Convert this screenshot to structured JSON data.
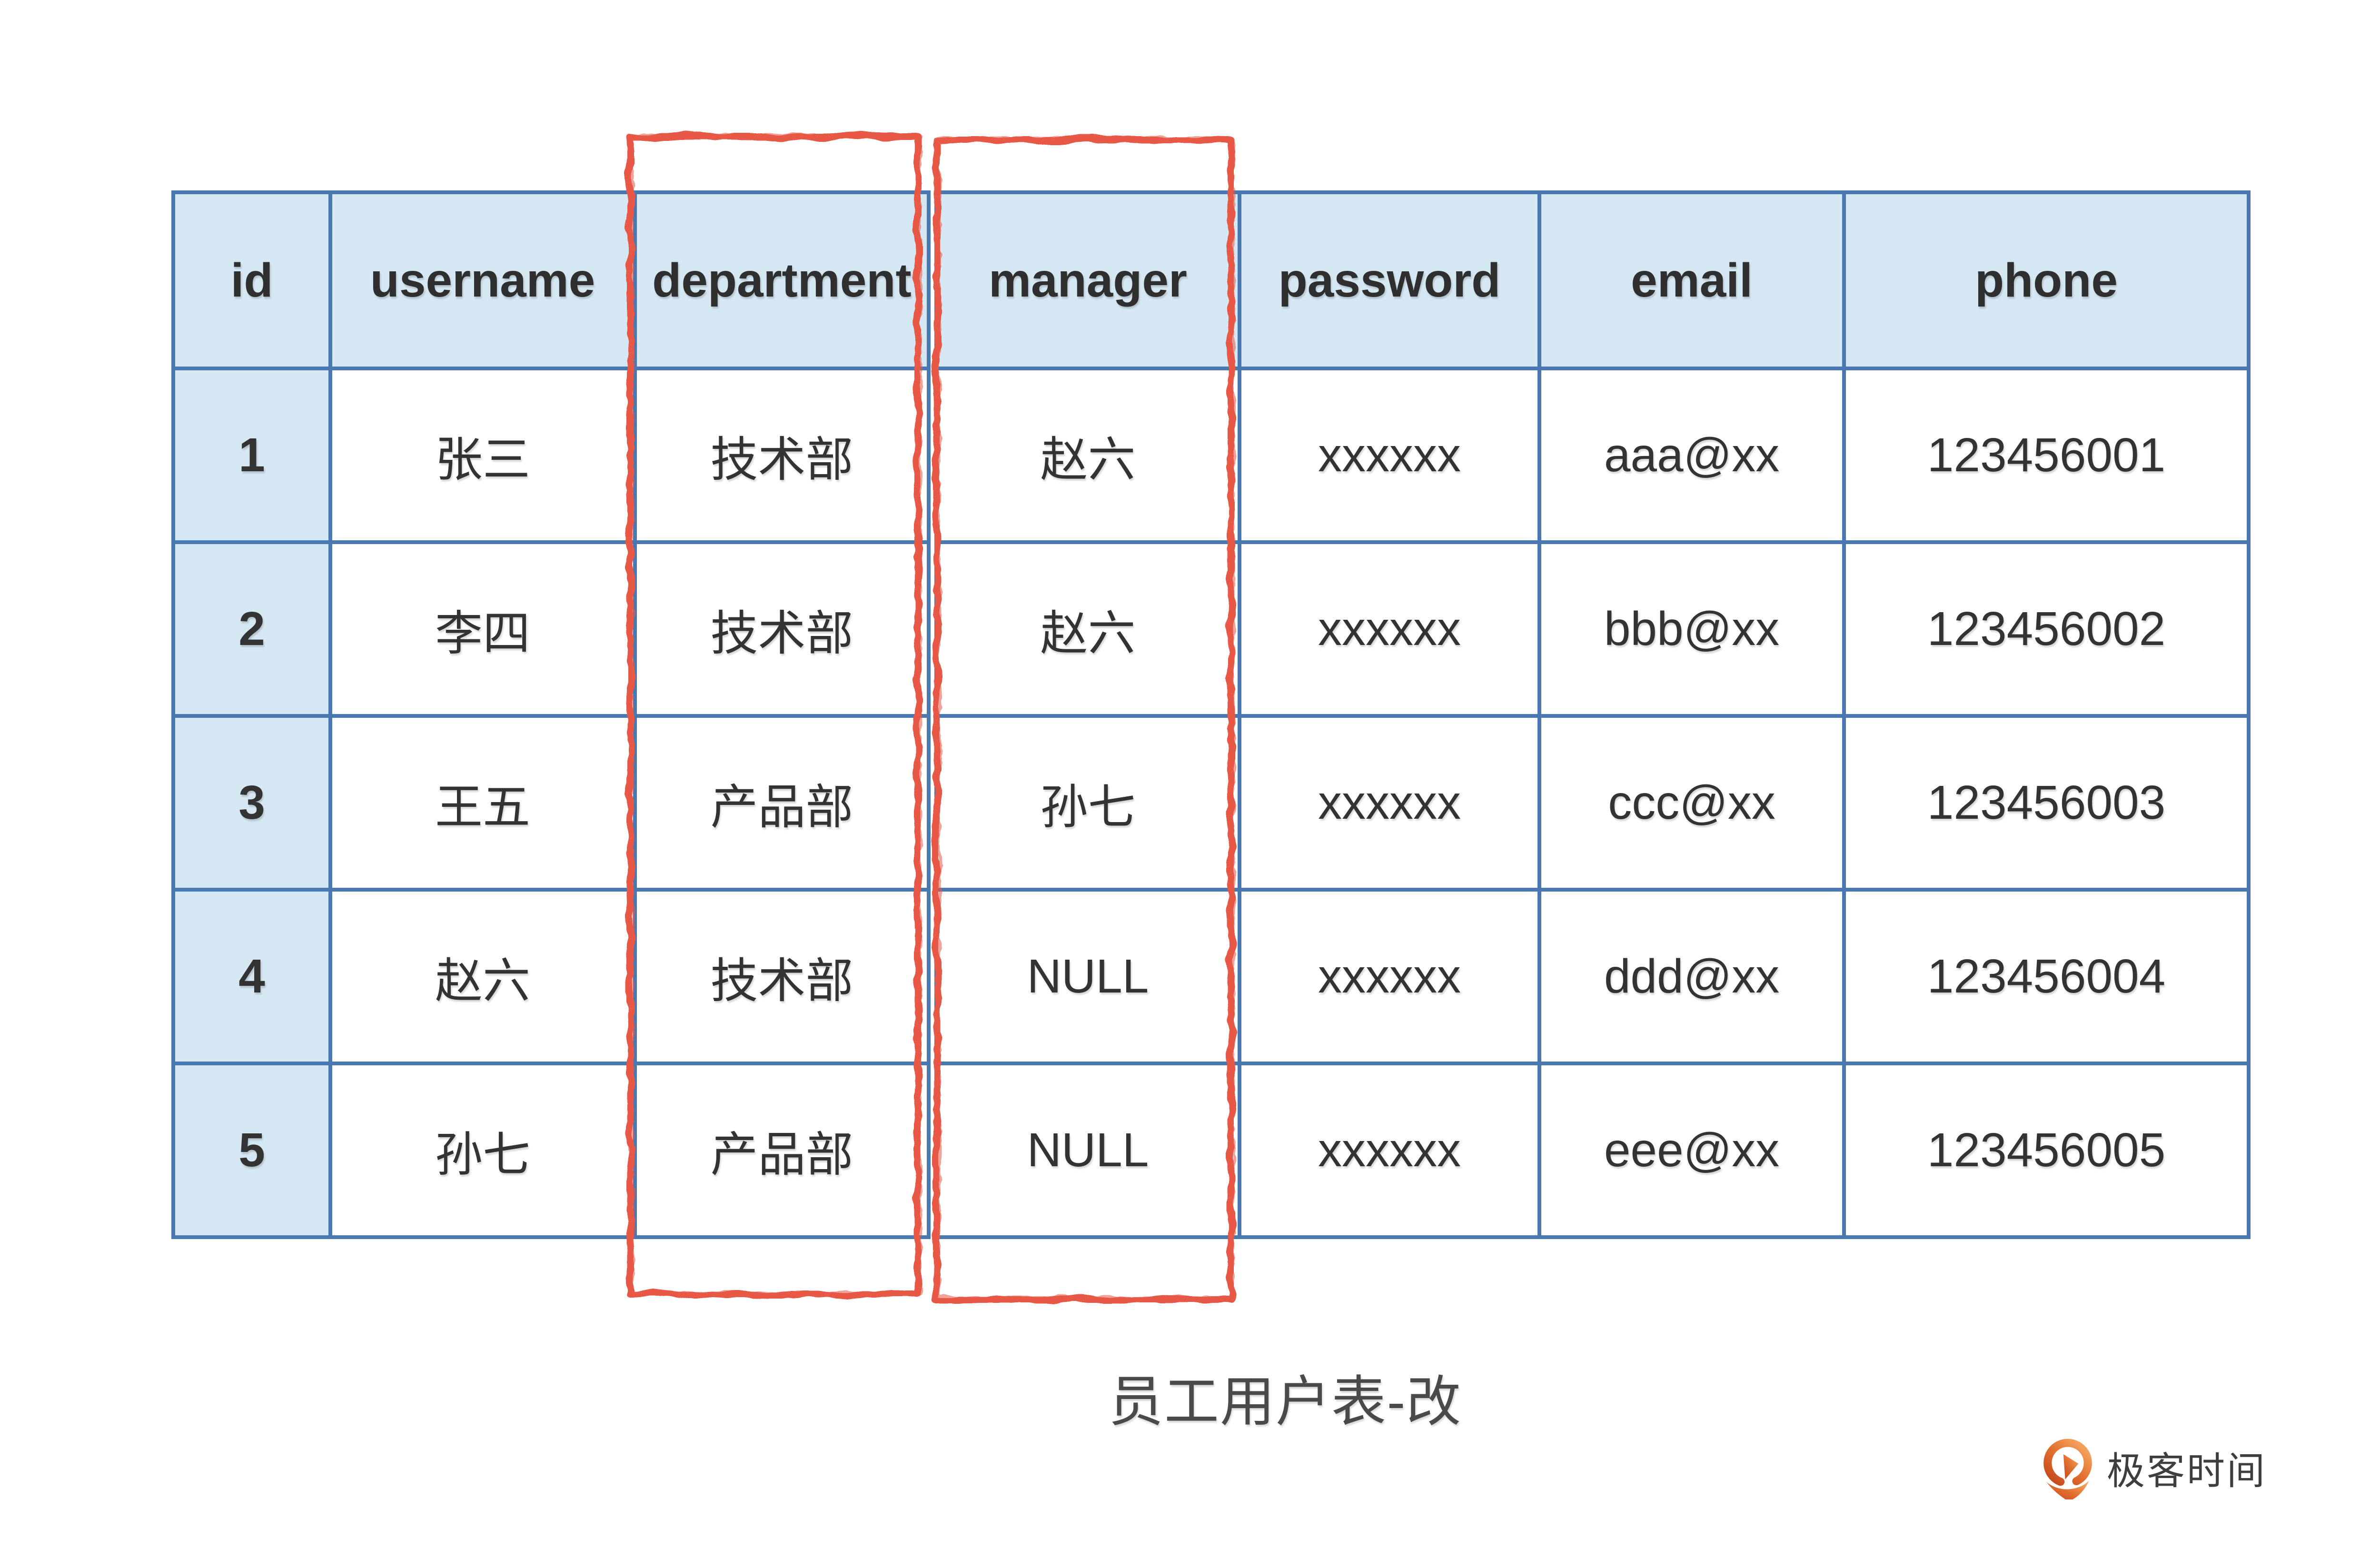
{
  "table": {
    "headers": [
      "id",
      "username",
      "department",
      "manager",
      "password",
      "email",
      "phone"
    ],
    "rows": [
      [
        "1",
        "张三",
        "技术部",
        "赵六",
        "xxxxxx",
        "aaa@xx",
        "123456001"
      ],
      [
        "2",
        "李四",
        "技术部",
        "赵六",
        "xxxxxx",
        "bbb@xx",
        "123456002"
      ],
      [
        "3",
        "王五",
        "产品部",
        "孙七",
        "xxxxxx",
        "ccc@xx",
        "123456003"
      ],
      [
        "4",
        "赵六",
        "技术部",
        "NULL",
        "xxxxxx",
        "ddd@xx",
        "123456004"
      ],
      [
        "5",
        "孙七",
        "产品部",
        "NULL",
        "xxxxxx",
        "eee@xx",
        "123456005"
      ]
    ]
  },
  "caption": "员工用户表-改",
  "annotations": {
    "highlighted_columns": [
      "department",
      "manager"
    ],
    "highlight_style": "hand-drawn red rectangle",
    "highlight_color": "#e85847"
  },
  "branding": {
    "logo_text": "极客时间",
    "logo_icon": "geektime-pin-icon",
    "logo_orange_dark": "#c2451d",
    "logo_orange_light": "#f4a25e"
  },
  "colors": {
    "table_border": "#4a78b0",
    "header_fill": "#d5e7f2",
    "text": "#333333"
  }
}
